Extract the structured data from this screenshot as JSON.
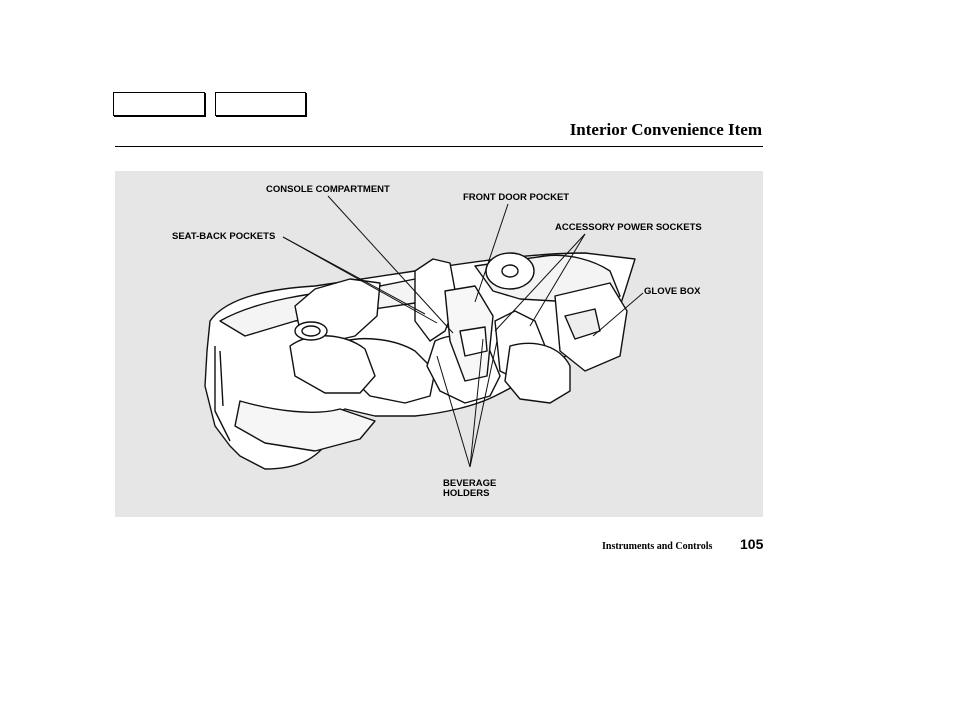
{
  "header": {
    "nav_buttons": [
      {
        "label": ""
      },
      {
        "label": ""
      }
    ],
    "title": "Interior Convenience Item"
  },
  "figure": {
    "callouts": {
      "console_compartment": "CONSOLE COMPARTMENT",
      "front_door_pocket": "FRONT DOOR POCKET",
      "seat_back_pockets": "SEAT-BACK POCKETS",
      "accessory_power_sockets": "ACCESSORY POWER SOCKETS",
      "glove_box": "GLOVE BOX",
      "beverage_holders_line1": "BEVERAGE",
      "beverage_holders_line2": "HOLDERS"
    }
  },
  "footer": {
    "section": "Instruments and Controls",
    "page_number": "105"
  }
}
